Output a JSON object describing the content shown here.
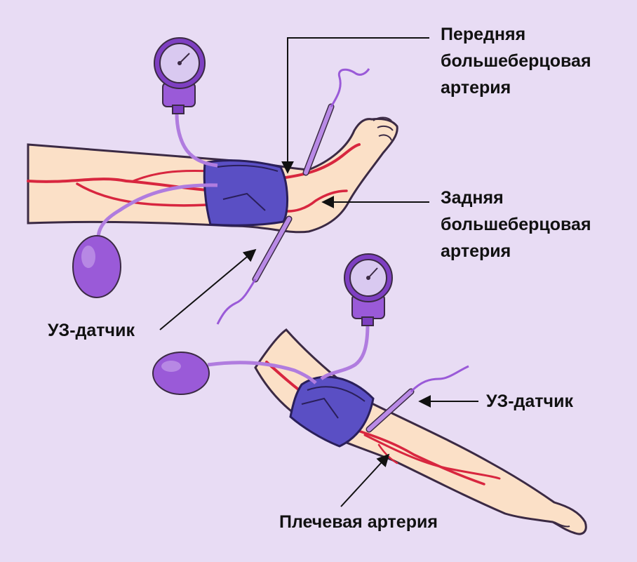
{
  "labels": {
    "anterior_tibial_artery": "Передняя\nбольшеберцовая\nартерия",
    "posterior_tibial_artery": "Задняя\nбольшеберцовая\nартерия",
    "probe_leg": "УЗ-датчик",
    "probe_arm": "УЗ-датчик",
    "brachial_artery": "Плечевая артерия"
  },
  "colors": {
    "background": "#e8dcf4",
    "skin": "#fbe0c7",
    "skin_outline": "#3b2a44",
    "artery": "#d8263f",
    "cuff": "#5a4fc4",
    "cuff_outline": "#2a1f5a",
    "tube": "#b07cdf",
    "bulb": "#9a5ad8",
    "gauge_face": "#d9c9f0",
    "probe": "#b98ae6",
    "text": "#111111"
  },
  "icons": {
    "gauge": "manometer-icon",
    "bulb": "inflation-bulb-icon",
    "probe": "ultrasound-probe-icon"
  }
}
